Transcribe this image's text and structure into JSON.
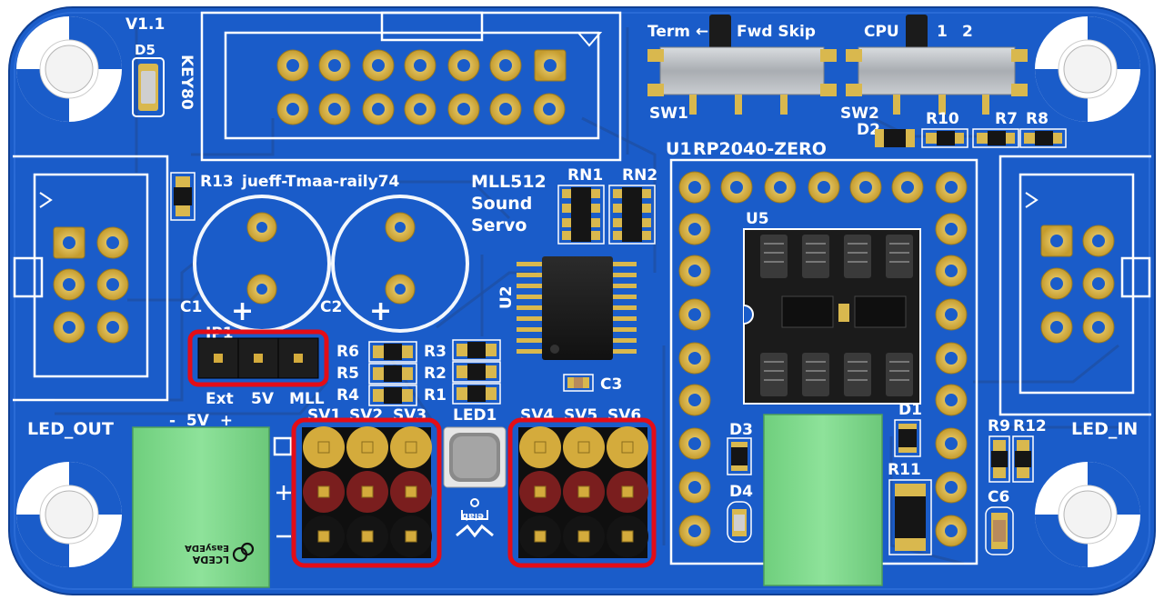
{
  "board": {
    "colors": {
      "pcb": "#1a5cc9",
      "pcb_dark": "#164fae",
      "silk": "#ffffff",
      "pad_gold": "#d9b84e",
      "highlight": "#e30d17",
      "terminal_green": "#7fd98c",
      "header_gold": "#d4ab3c",
      "header_red": "#7a1e1e",
      "header_black": "#141414"
    },
    "labels": {
      "version": "V1.1",
      "d5": "D5",
      "key80": "KEY80",
      "term": "Term ←",
      "fwd_skip": "Fwd Skip",
      "cpu": "CPU",
      "cpu_1": "1",
      "cpu_2": "2",
      "sw1": "SW1",
      "sw2": "SW2",
      "d2": "D2",
      "r10": "R10",
      "r7": "R7",
      "r8": "R8",
      "u1": "U1",
      "rp2040": "RP2040-ZERO",
      "r13": "R13",
      "credits": "jueff-Tmaa-raily74",
      "mll512": "MLL512",
      "sound": "Sound",
      "servo": "Servo",
      "rn1": "RN1",
      "rn2": "RN2",
      "u5": "U5",
      "c1": "C1",
      "c2": "C2",
      "plus": "+",
      "u2": "U2",
      "jp1": "JP1",
      "r6": "R6",
      "r5": "R5",
      "r4": "R4",
      "r3": "R3",
      "r2": "R2",
      "r1": "R1",
      "c3": "C3",
      "ext": "Ext",
      "v5": "5V",
      "mll": "MLL",
      "led_out": "LED_OUT",
      "power_label": "-  5V  +",
      "sv1": "SV1",
      "sv2": "SV2",
      "sv3": "SV3",
      "led1": "LED1",
      "sv4": "SV4",
      "sv5": "SV5",
      "sv6": "SV6",
      "d3": "D3",
      "d4": "D4",
      "d1": "D1",
      "r11": "R11",
      "r9": "R9",
      "r12": "R12",
      "led_in": "LED_IN",
      "c6": "C6",
      "lceda": "LCEDA",
      "easyeda": "EasyEDA",
      "logo_small": "elab"
    }
  }
}
